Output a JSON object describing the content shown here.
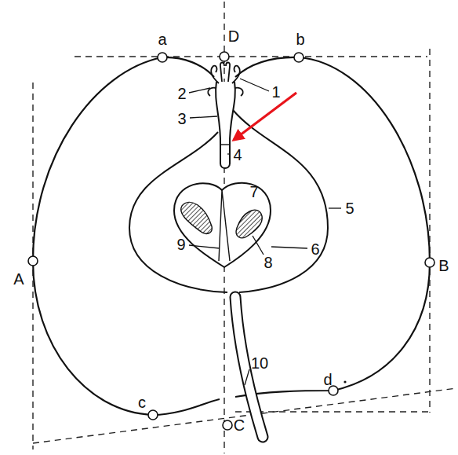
{
  "diagram": {
    "labels": [
      "a",
      "D",
      "b",
      "2",
      "1",
      "3",
      "4",
      "A",
      "5",
      "7",
      "6",
      "B",
      "9",
      "8",
      "10",
      "d",
      "c",
      "C"
    ]
  }
}
